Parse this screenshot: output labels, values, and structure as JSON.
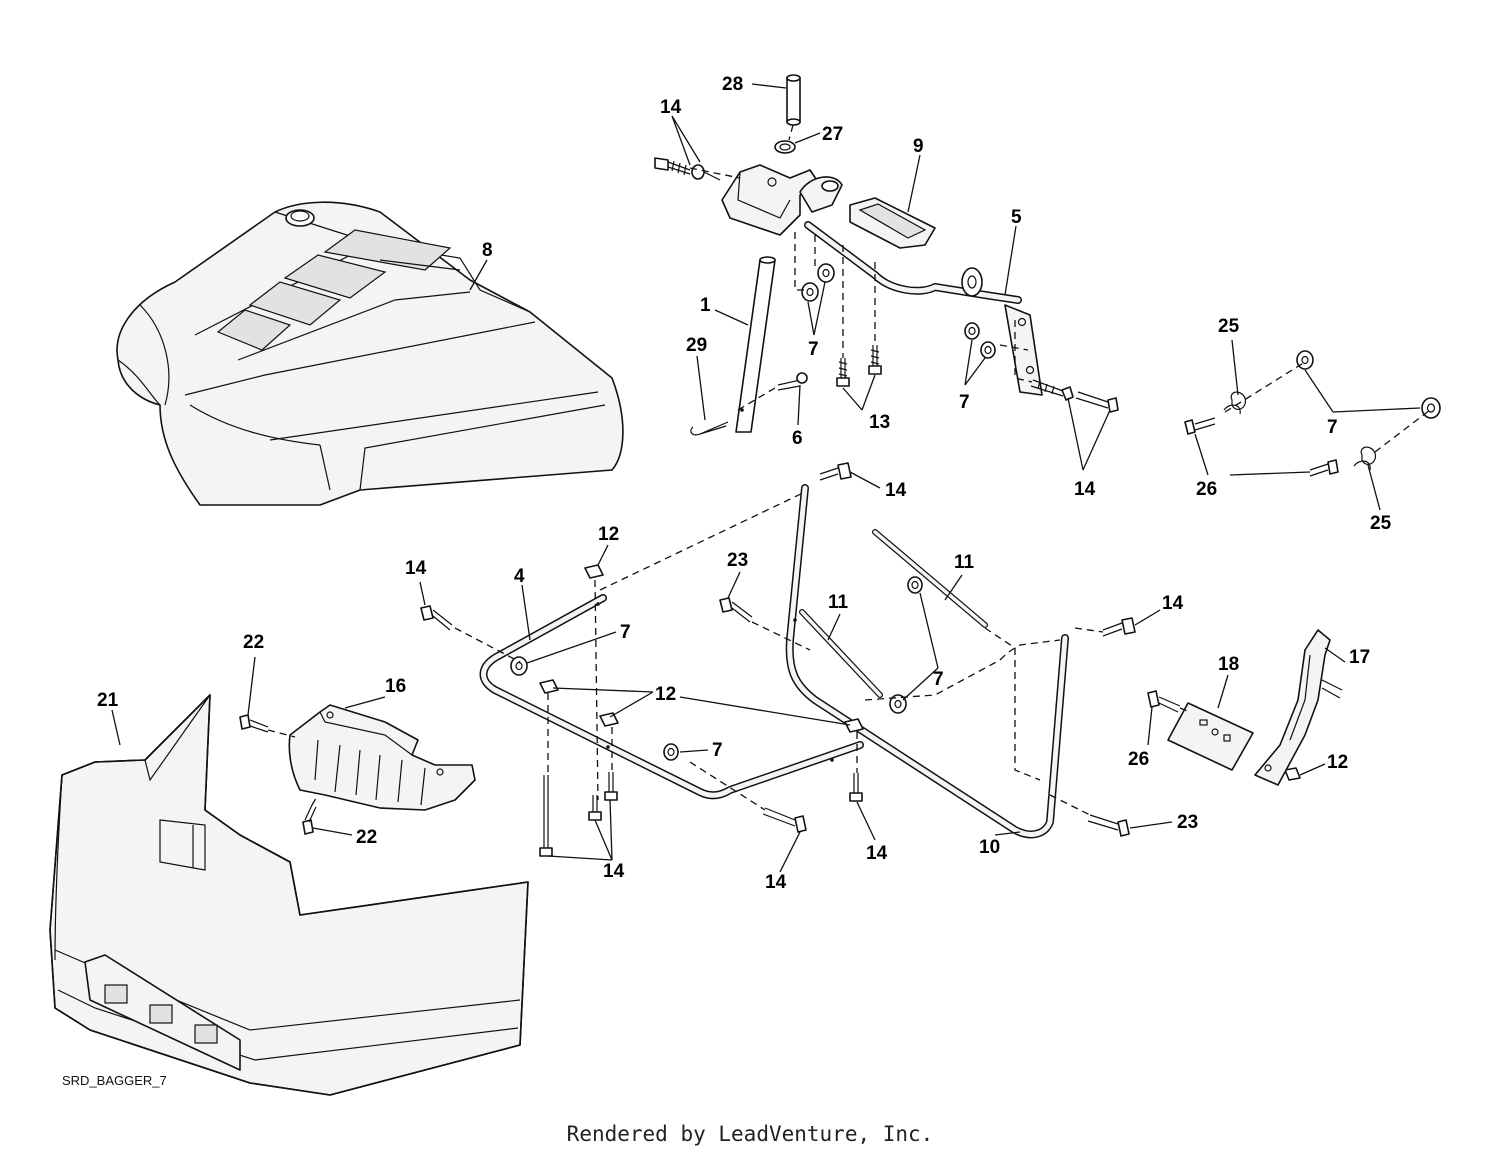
{
  "diagram": {
    "code": "SRD_BAGGER_7",
    "footer": "Rendered by LeadVenture, Inc.",
    "callouts": [
      {
        "id": "c28",
        "label": "28"
      },
      {
        "id": "c27",
        "label": "27"
      },
      {
        "id": "c14a",
        "label": "14"
      },
      {
        "id": "c9",
        "label": "9"
      },
      {
        "id": "c5",
        "label": "5"
      },
      {
        "id": "c8",
        "label": "8"
      },
      {
        "id": "c1",
        "label": "1"
      },
      {
        "id": "c29",
        "label": "29"
      },
      {
        "id": "c7a",
        "label": "7"
      },
      {
        "id": "c6",
        "label": "6"
      },
      {
        "id": "c13",
        "label": "13"
      },
      {
        "id": "c7b",
        "label": "7"
      },
      {
        "id": "c14b",
        "label": "14"
      },
      {
        "id": "c25a",
        "label": "25"
      },
      {
        "id": "c7c",
        "label": "7"
      },
      {
        "id": "c26a",
        "label": "26"
      },
      {
        "id": "c25b",
        "label": "25"
      },
      {
        "id": "c14c",
        "label": "14"
      },
      {
        "id": "c12a",
        "label": "12"
      },
      {
        "id": "c14d",
        "label": "14"
      },
      {
        "id": "c4",
        "label": "4"
      },
      {
        "id": "c23a",
        "label": "23"
      },
      {
        "id": "c11a",
        "label": "11"
      },
      {
        "id": "c11b",
        "label": "11"
      },
      {
        "id": "c7d",
        "label": "7"
      },
      {
        "id": "c14e",
        "label": "14"
      },
      {
        "id": "c7e",
        "label": "7"
      },
      {
        "id": "c22a",
        "label": "22"
      },
      {
        "id": "c16",
        "label": "16"
      },
      {
        "id": "c21",
        "label": "21"
      },
      {
        "id": "c12b",
        "label": "12"
      },
      {
        "id": "c18",
        "label": "18"
      },
      {
        "id": "c17",
        "label": "17"
      },
      {
        "id": "c7f",
        "label": "7"
      },
      {
        "id": "c26b",
        "label": "26"
      },
      {
        "id": "c12c",
        "label": "12"
      },
      {
        "id": "c22b",
        "label": "22"
      },
      {
        "id": "c14f",
        "label": "14"
      },
      {
        "id": "c14g",
        "label": "14"
      },
      {
        "id": "c14h",
        "label": "14"
      },
      {
        "id": "c10",
        "label": "10"
      },
      {
        "id": "c23b",
        "label": "23"
      }
    ]
  }
}
